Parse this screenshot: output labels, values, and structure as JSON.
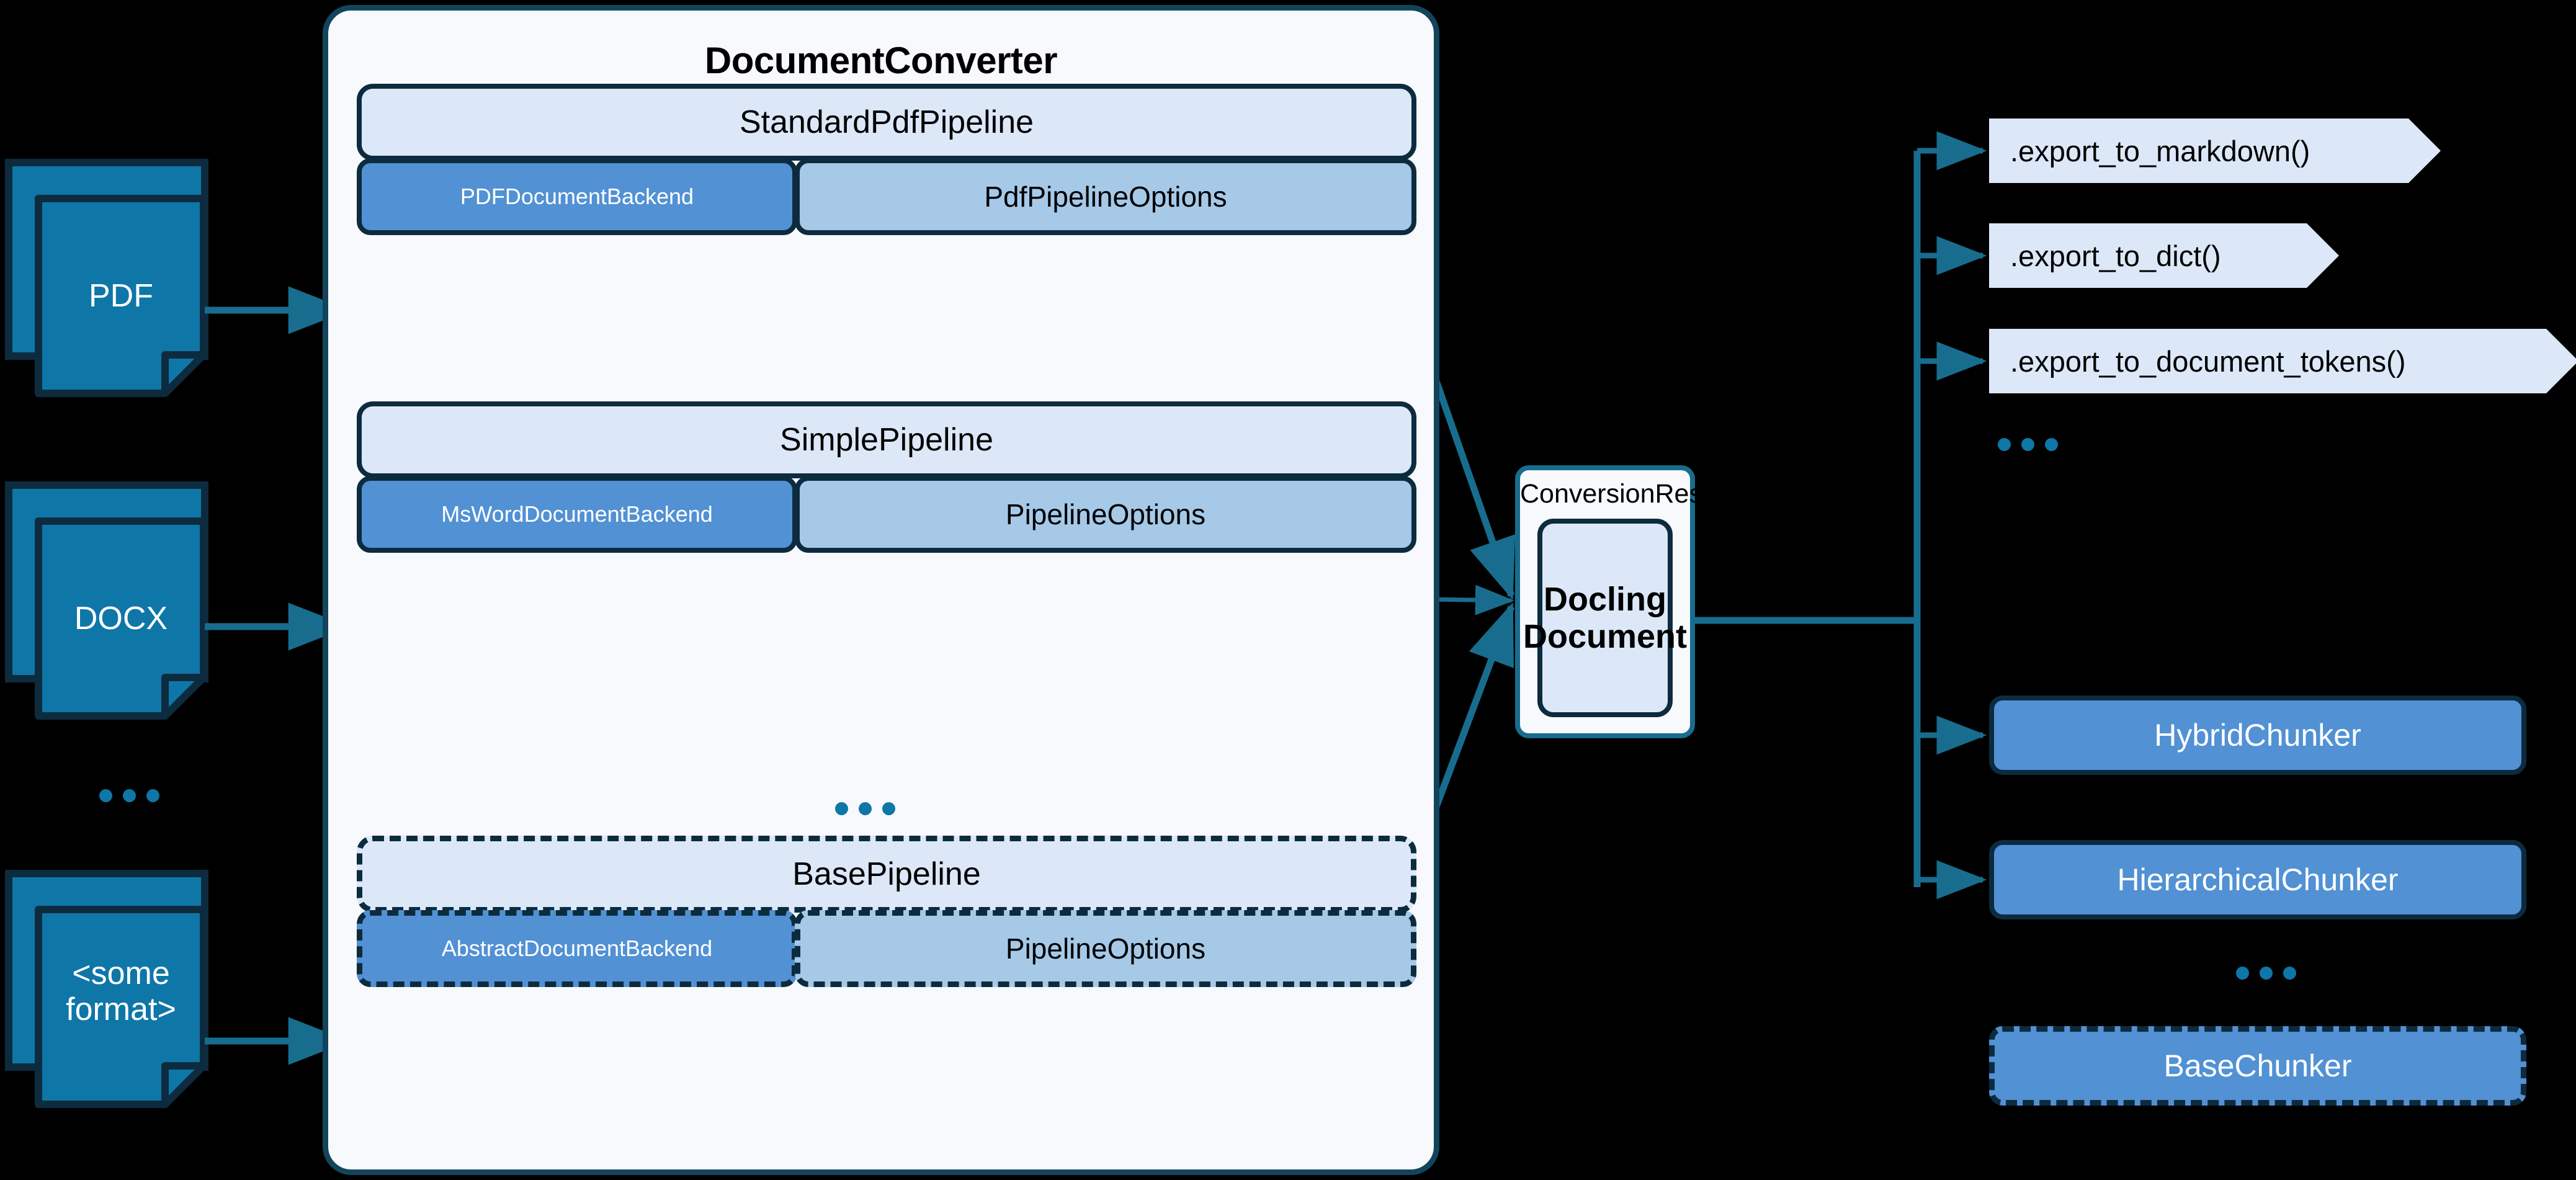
{
  "colors": {
    "background": "#000000",
    "doc_fill": "#0f76a8",
    "doc_stroke": "#0d2b3e",
    "panel_fill": "#f7f9fd",
    "panel_stroke": "#12455c",
    "pipeline_head_fill": "#dce8f8",
    "backend_fill": "#5191d4",
    "options_fill": "#a6c9e8",
    "box_stroke": "#0d2b3e",
    "arrow": "#186d8e",
    "dots": "#0f76a8"
  },
  "inputs": {
    "documents": [
      {
        "label": "PDF",
        "lines": [
          "PDF"
        ]
      },
      {
        "label": "DOCX",
        "lines": [
          "DOCX"
        ]
      },
      {
        "label": "<some format>",
        "lines": [
          "<some",
          "format>"
        ]
      }
    ],
    "ellipsis": "..."
  },
  "converter": {
    "title": "DocumentConverter",
    "ellipsis": "...",
    "pipelines": [
      {
        "name": "StandardPdfPipeline",
        "abstract": false,
        "backend": "PDFDocumentBackend",
        "options": "PdfPipelineOptions"
      },
      {
        "name": "SimplePipeline",
        "abstract": false,
        "backend": "MsWordDocumentBackend",
        "options": "PipelineOptions"
      },
      {
        "name": "BasePipeline",
        "abstract": true,
        "backend": "AbstractDocumentBackend",
        "options": "PipelineOptions"
      }
    ]
  },
  "result": {
    "title": "ConversionResult",
    "document_lines": [
      "Docling",
      "Document"
    ]
  },
  "exports": {
    "items": [
      {
        "label": ".export_to_markdown()"
      },
      {
        "label": ".export_to_dict()"
      },
      {
        "label": ".export_to_document_tokens()"
      }
    ],
    "ellipsis": "..."
  },
  "chunkers": {
    "items": [
      {
        "label": "HybridChunker",
        "abstract": false
      },
      {
        "label": "HierarchicalChunker",
        "abstract": false
      },
      {
        "label": "BaseChunker",
        "abstract": true
      }
    ],
    "ellipsis": "..."
  }
}
